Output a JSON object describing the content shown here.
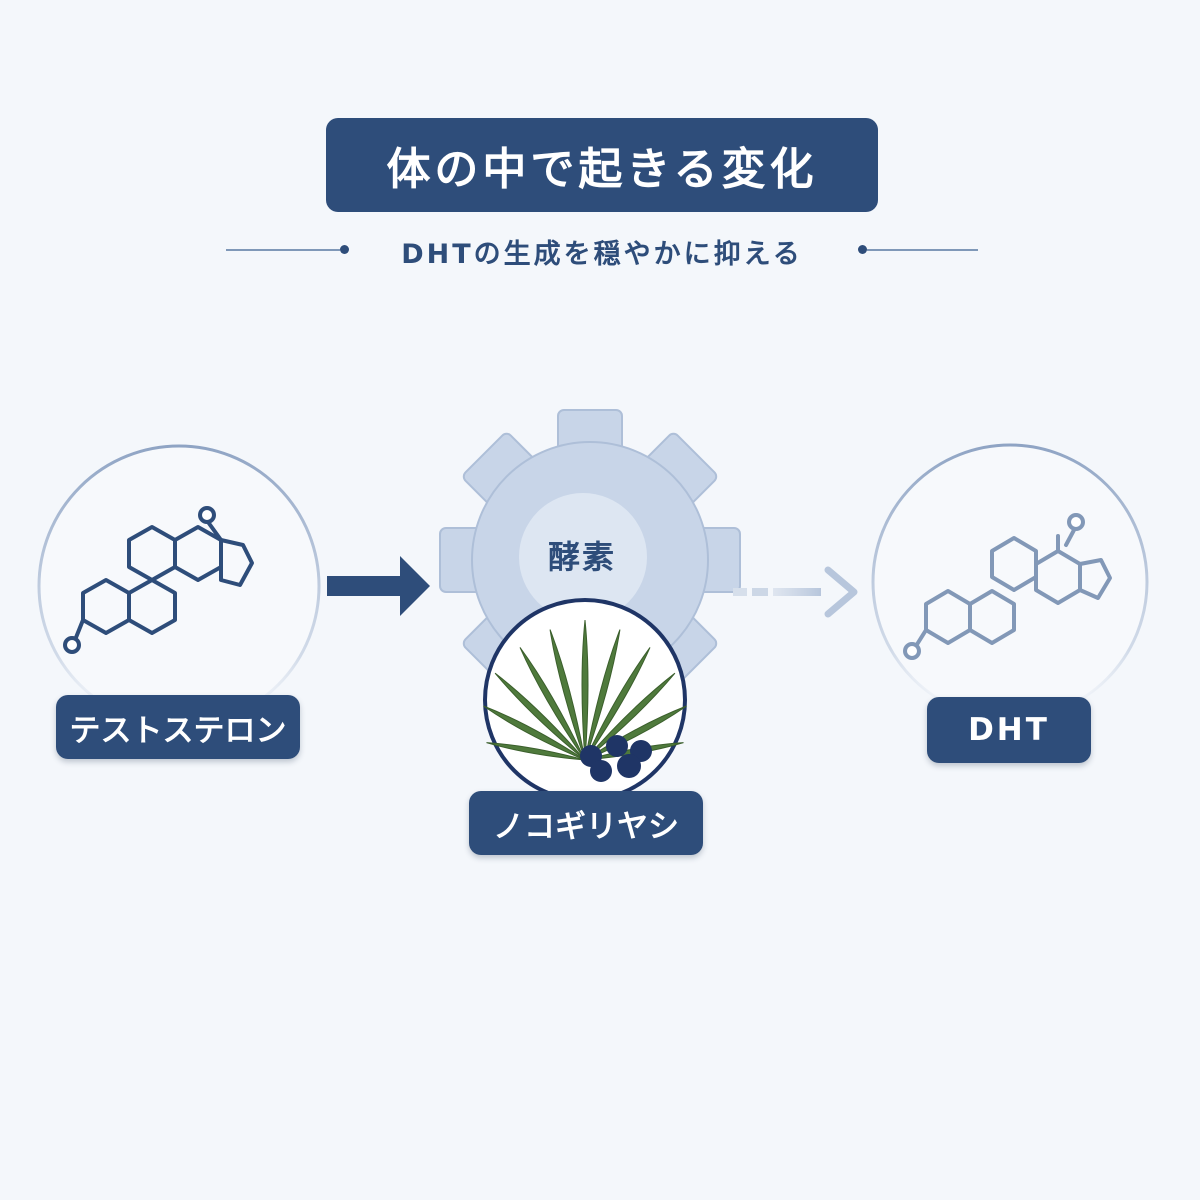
{
  "header": {
    "title": "体の中で起きる変化",
    "subtitle": "DHTの生成を穏やかに抑える"
  },
  "nodes": {
    "source_label": "テストステロン",
    "enzyme_label": "酵素",
    "inhibitor_label": "ノコギリヤシ",
    "product_label": "DHT"
  },
  "colors": {
    "background": "#f4f7fb",
    "primary": "#2e4d7a",
    "gear": "#c8d5e8",
    "leaf": "#4f7a3c",
    "berry": "#1f3566"
  }
}
